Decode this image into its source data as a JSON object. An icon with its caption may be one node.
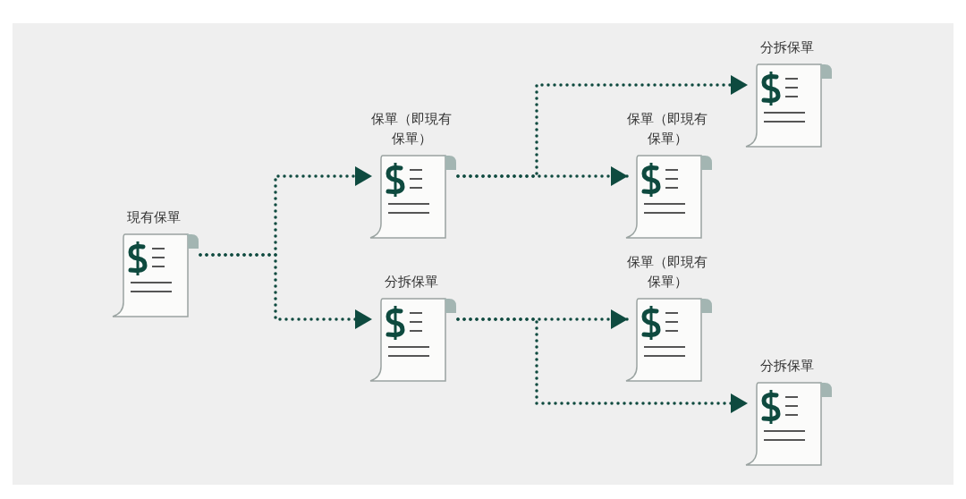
{
  "diagram": {
    "nodes": [
      {
        "text": [
          "現有保單"
        ]
      },
      {
        "text": [
          "保單（即現有保單）"
        ]
      },
      {
        "text": [
          "分拆保單"
        ]
      },
      {
        "text": [
          "分拆保單"
        ]
      },
      {
        "text": [
          "保單（即現有保單）"
        ]
      },
      {
        "text": [
          "保單（即現有保單）"
        ]
      },
      {
        "text": [
          "分拆保單"
        ]
      }
    ],
    "edges": [
      {
        "from": 0,
        "to": 1,
        "arrow": "to"
      },
      {
        "from": 0,
        "to": 2,
        "arrow": "to"
      },
      {
        "from": 1,
        "to": 3,
        "arrow": "to"
      },
      {
        "from": 1,
        "to": 4,
        "arrow": "to"
      },
      {
        "from": 2,
        "to": 5,
        "arrow": "to"
      },
      {
        "from": 2,
        "to": 6,
        "arrow": "to"
      }
    ]
  }
}
